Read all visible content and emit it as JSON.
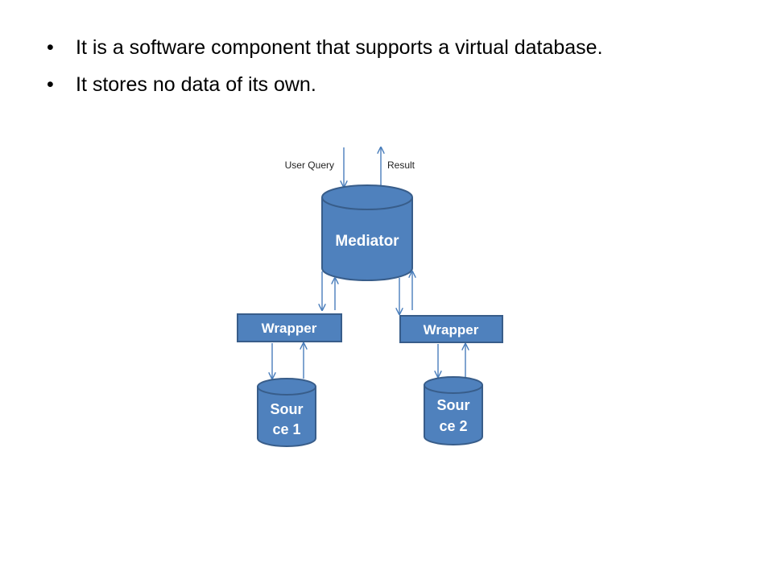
{
  "bullets": [
    "It is a software component that supports a virtual database.",
    "It stores no data of its own."
  ],
  "diagram": {
    "query_label": "User Query",
    "result_label": "Result",
    "mediator_label": "Mediator",
    "wrapper_left_label": "Wrapper",
    "wrapper_right_label": "Wrapper",
    "source1_line1": "Sour",
    "source1_line2": "ce 1",
    "source2_line1": "Sour",
    "source2_line2": "ce 2"
  },
  "colors": {
    "shape_fill": "#4f81bd",
    "shape_stroke": "#385d8a",
    "arrow": "#4a7ebb"
  }
}
